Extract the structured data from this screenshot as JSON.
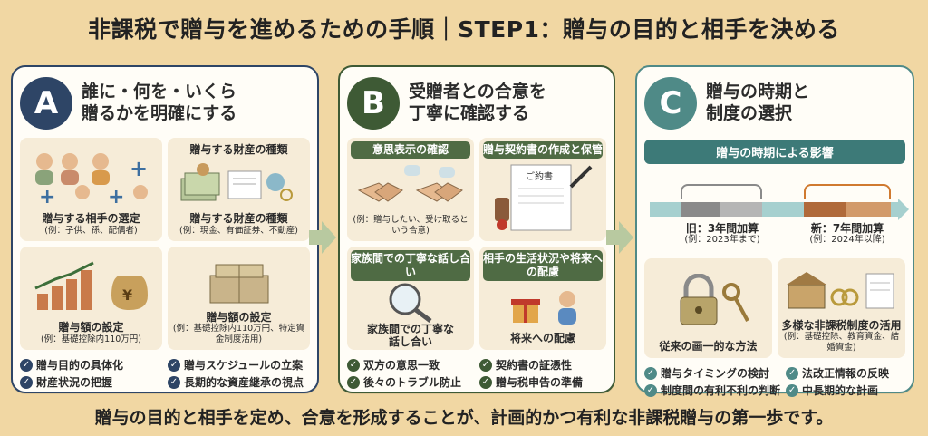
{
  "title": "非課税で贈与を進めるための手順｜STEP1：贈与の目的と相手を決める",
  "colors": {
    "a": "#2e4566",
    "b": "#3e5a35",
    "c": "#4f8a87",
    "background": "#f1d7a3"
  },
  "panel_a": {
    "badge": "A",
    "heading_line1": "誰に・何を・いくら",
    "heading_line2": "贈るかを明確にする",
    "cells": [
      {
        "icon": "family-icon",
        "label": "贈与する相手の選定",
        "sub": "(例：子供、孫、配偶者)"
      },
      {
        "icon": "assets-icon",
        "top_label": "贈与する財産の種類",
        "label": "贈与する財産の種類",
        "sub": "(例：現金、有価証券、不動産)"
      },
      {
        "icon": "growth-chart-icon",
        "label": "贈与額の設定",
        "sub": "(例：基礎控除内110万円)"
      },
      {
        "icon": "cash-stack-icon",
        "label": "贈与額の設定",
        "sub": "(例：基礎控除内110万円、特定資金制度活用)"
      }
    ],
    "checks": [
      "贈与目的の具体化",
      "贈与スケジュールの立案",
      "財産状況の把握",
      "長期的な資産継承の視点"
    ]
  },
  "panel_b": {
    "badge": "B",
    "heading_line1": "受贈者との合意を",
    "heading_line2": "丁寧に確認する",
    "cells": [
      {
        "icon": "handshake-icon",
        "header": "意思表示の確認",
        "label": "",
        "sub": "(例：贈与したい、受け取るという合意)"
      },
      {
        "icon": "contract-icon",
        "header": "贈与契約書の作成と保管",
        "doc_title": "ご約書",
        "label": "",
        "sub": ""
      },
      {
        "icon": "magnifier-icon",
        "header": "家族間での丁寧な話し合い",
        "label": "家族間での丁寧な話し合い",
        "sub": ""
      },
      {
        "icon": "gift-icon",
        "header": "相手の生活状況や将来への配慮",
        "label": "将来への配慮",
        "sub": ""
      }
    ],
    "checks": [
      "双方の意思一致",
      "契約書の証憑性",
      "後々のトラブル防止",
      "贈与税申告の準備"
    ]
  },
  "panel_c": {
    "badge": "C",
    "heading_line1": "贈与の時期と",
    "heading_line2": "制度の選択",
    "banner": "贈与の時期による影響",
    "old_rule": "旧：3年間加算",
    "old_sub": "(例：2023年まで)",
    "new_rule": "新：7年間加算",
    "new_sub": "(例：2024年以降)",
    "cells": [
      {
        "icon": "lock-key-icon",
        "label": "従来の画一的な方法",
        "sub": ""
      },
      {
        "icon": "school-rings-icon",
        "label": "多様な非課税制度の活用",
        "sub": "(例：基礎控除、教育資金、結婚資金)"
      }
    ],
    "checks": [
      "贈与タイミングの検討",
      "法改正情報の反映",
      "制度間の有利不利の判断",
      "中長期的な計画"
    ]
  },
  "footer": "贈与の目的と相手を定め、合意を形成することが、計画的かつ有利な非課税贈与の第一歩です。"
}
